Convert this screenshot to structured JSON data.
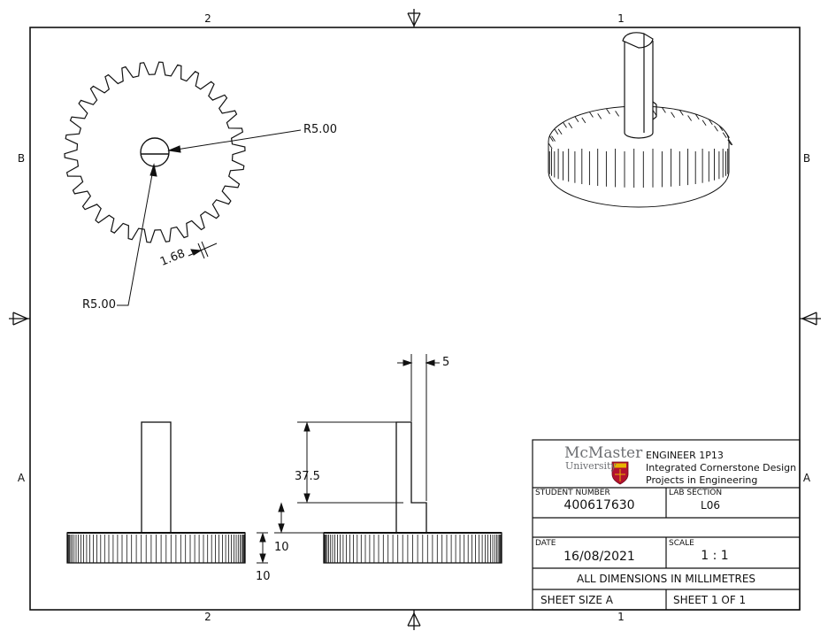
{
  "zones": {
    "top_left": "2",
    "top_right": "1",
    "bottom_left": "2",
    "bottom_right": "1",
    "left_upper": "B",
    "left_lower": "A",
    "right_upper": "B",
    "right_lower": "A"
  },
  "dimensions": {
    "hole_radius_right": "R5.00",
    "hole_radius_left": "R5.00",
    "tooth_width": "1.68",
    "flat_width": "5",
    "shaft_height": "37.5",
    "hub_height": "10",
    "gear_thickness": "10"
  },
  "title_block": {
    "logo_line1": "McMaster",
    "logo_line2": "University",
    "course": "ENGINEER 1P13",
    "course_name_1": "Integrated Cornerstone Design",
    "course_name_2": "Projects in Engineering",
    "student_number_label": "STUDENT NUMBER",
    "student_number": "400617630",
    "lab_section_label": "LAB SECTION",
    "lab_section": "L06",
    "date_label": "DATE",
    "date": "16/08/2021",
    "scale_label": "SCALE",
    "scale": "1 : 1",
    "units_note": "ALL DIMENSIONS IN MILLIMETRES",
    "sheet_size": "SHEET SIZE A",
    "sheet_number": "SHEET 1 OF 1"
  },
  "colors": {
    "line": "#111111",
    "crest_red": "#b3112e",
    "crest_gold": "#e8b400",
    "logo_gray": "#6d6f73"
  }
}
